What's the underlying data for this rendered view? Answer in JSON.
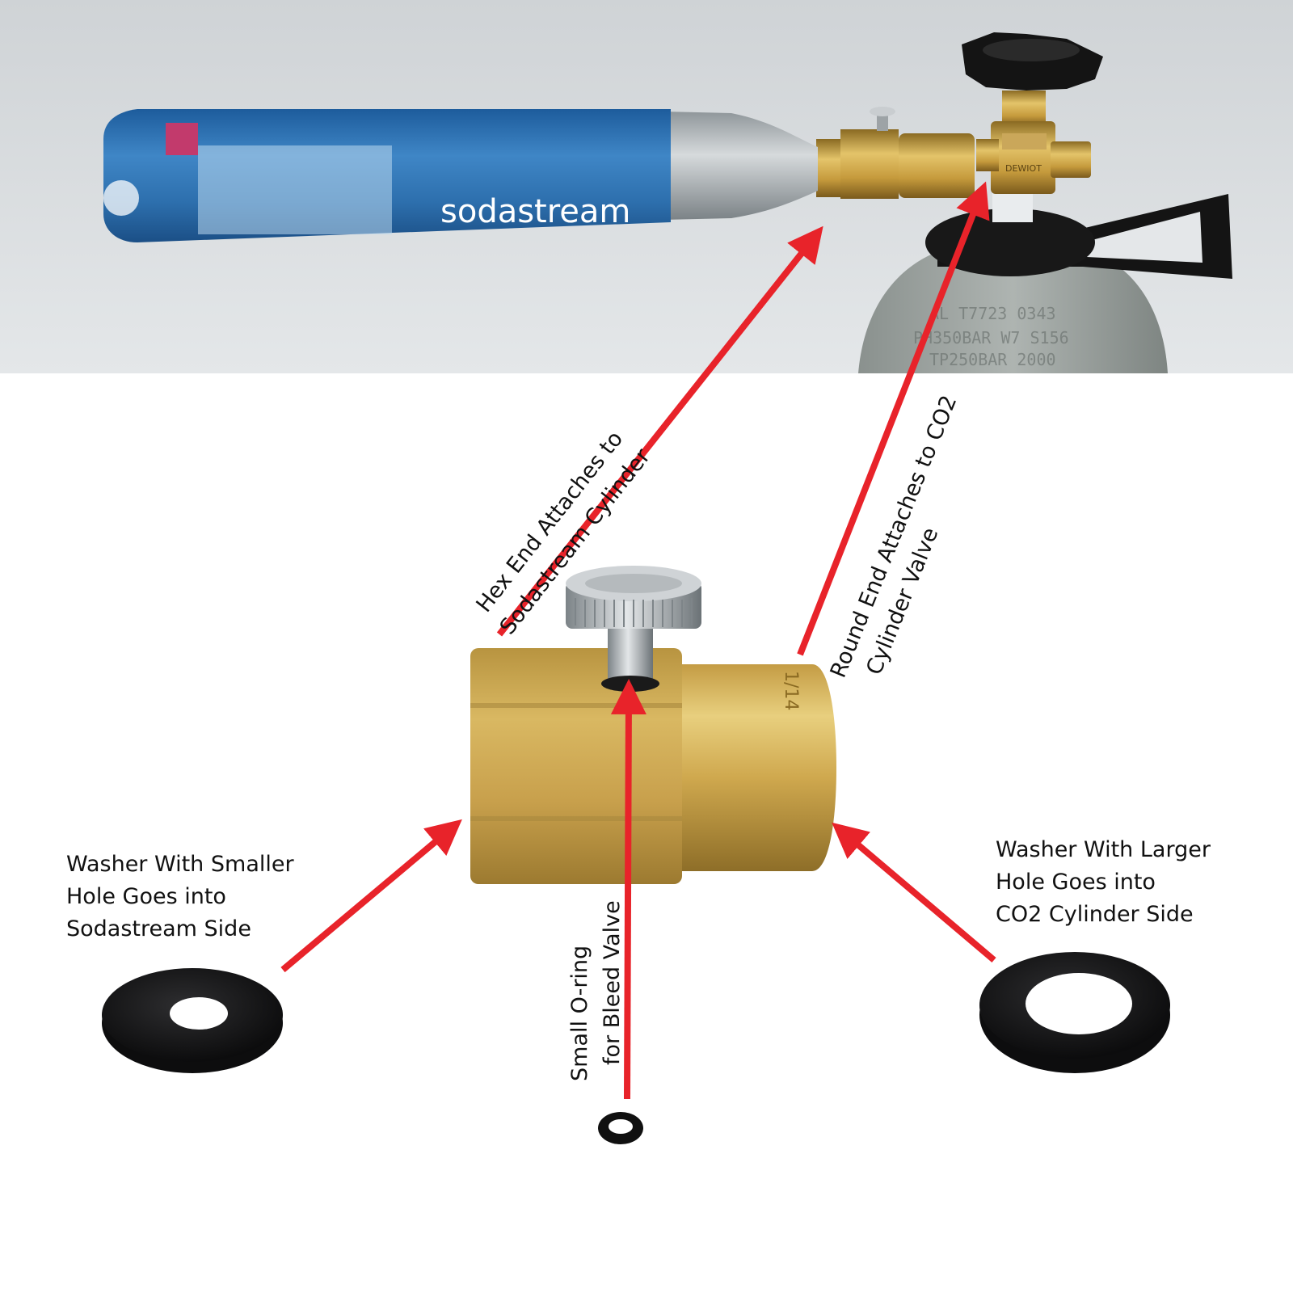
{
  "background": "#ffffff",
  "arrow_color": "#e8232a",
  "top_photo": {
    "brand_text": "sodastream",
    "cylinder_body_color": "#2f6fb0",
    "adapter_color": "#c9a042",
    "large_tank_color": "#9ca39f"
  },
  "labels": {
    "hex_end": [
      "Hex End Attaches to",
      "Sodastream Cylinder"
    ],
    "round_end": [
      "Round End Attaches to CO2",
      "Cylinder Valve"
    ],
    "small_washer": [
      "Washer With Smaller",
      "Hole Goes into",
      "Sodastream Side"
    ],
    "large_washer": [
      "Washer With Larger",
      "Hole Goes into",
      "CO2 Cylinder Side"
    ],
    "o_ring": [
      "Small O-ring",
      "for Bleed Valve"
    ]
  },
  "adapter_marking": "1/14"
}
